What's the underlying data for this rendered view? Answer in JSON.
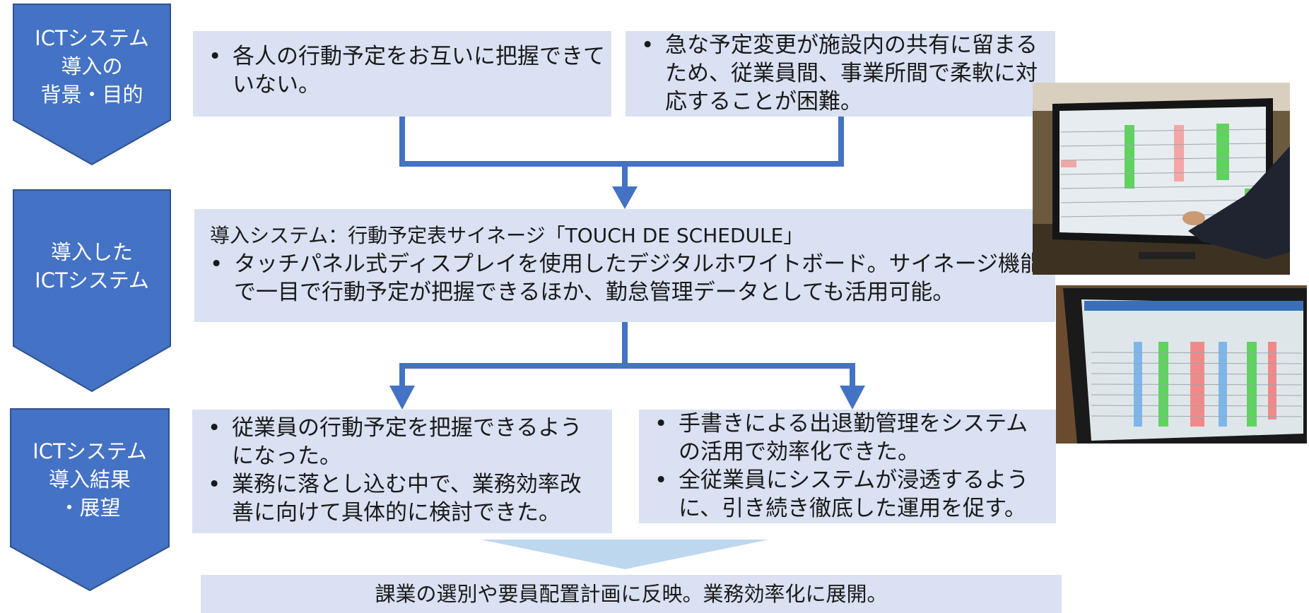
{
  "stages": [
    {
      "label": "ICTシステム\n導入の\n背景・目的"
    },
    {
      "label": "導入した\nICTシステム"
    },
    {
      "label": "ICTシステム\n導入結果\n・展望"
    }
  ],
  "background": {
    "left": [
      "各人の行動予定をお互いに把握できていない。"
    ],
    "right": [
      "急な予定変更が施設内の共有に留まるため、従業員間、事業所間で柔軟に対応することが困難。"
    ]
  },
  "system": {
    "title": "導入システム：行動予定表サイネージ「TOUCH DE SCHEDULE」",
    "bullets": [
      "タッチパネル式ディスプレイを使用したデジタルホワイトボード。サイネージ機能で一目で行動予定が把握できるほか、勤怠管理データとしても活用可能。"
    ]
  },
  "results": {
    "left": [
      "従業員の行動予定を把握できるようになった。",
      "業務に落とし込む中で、業務効率改善に向けて具体的に検討できた。"
    ],
    "right": [
      "手書きによる出退勤管理をシステムの活用で効率化できた。",
      "全従業員にシステムが浸透するように、引き続き徹底した運用を促す。"
    ]
  },
  "conclusion": "課業の選別や要員配置計画に反映。業務効率化に展開。",
  "colors": {
    "stage_fill": "#4472c4",
    "box_fill": "#d9e1f2",
    "connector": "#4472c4",
    "funnel": "#bdd7ee"
  },
  "photos": [
    {
      "icon": "touch-display-photo"
    },
    {
      "icon": "laptop-screen-photo"
    }
  ]
}
